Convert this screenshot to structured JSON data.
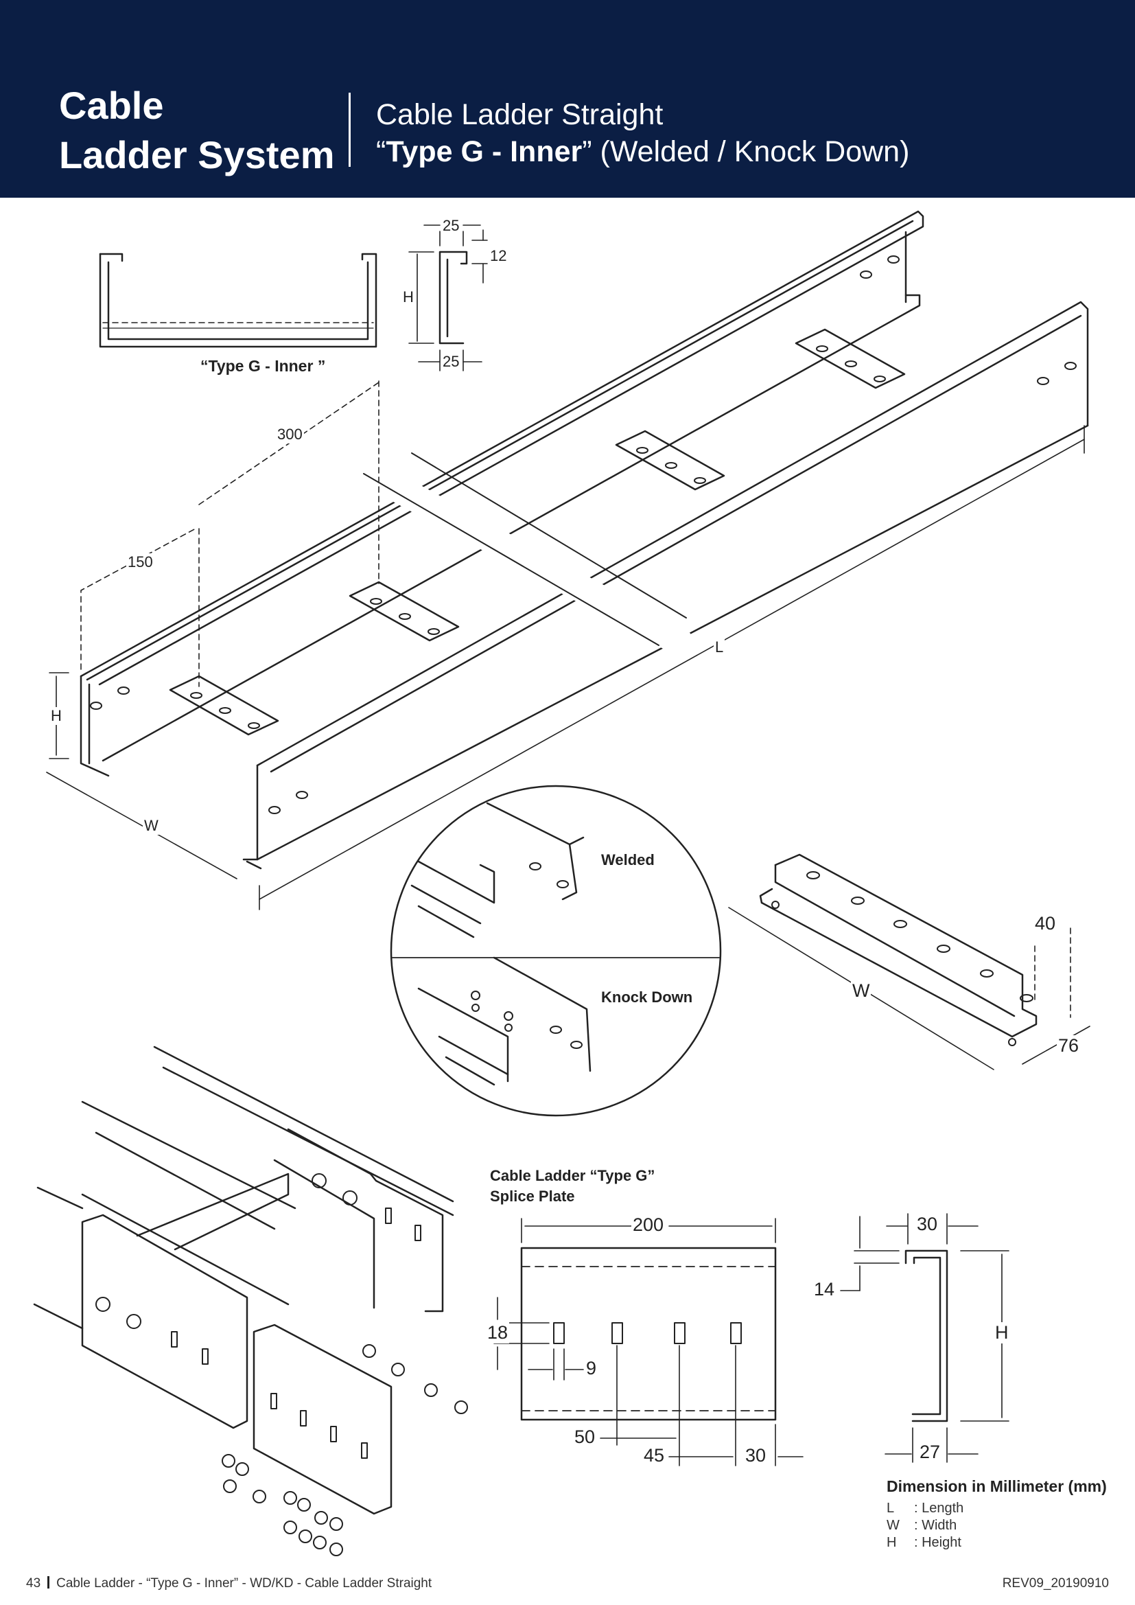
{
  "header": {
    "brand_line1": "Cable",
    "brand_line2": "Ladder System",
    "title_line1": "Cable Ladder Straight",
    "title_type_open": "“",
    "title_type": "Type G - Inner",
    "title_type_close": "”",
    "title_variant": "(Welded / Knock Down)"
  },
  "section_drawing": {
    "label": "“Type G - Inner ”",
    "dims": {
      "top_flange": "25",
      "lip": "12",
      "height": "H",
      "bottom_flange": "25"
    }
  },
  "main_drawing": {
    "dim_300": "300",
    "dim_150": "150",
    "dim_height": "H",
    "dim_width": "W",
    "dim_length": "L"
  },
  "detail_circle": {
    "welded_label": "Welded",
    "knock_down_label": "Knock Down"
  },
  "rung_drawing": {
    "dim_width": "W",
    "dim_40": "40",
    "dim_76": "76"
  },
  "splice_plate": {
    "title_line1": "Cable Ladder “Type G”",
    "title_line2": "Splice Plate",
    "dims": {
      "length": "200",
      "slot_height": "18",
      "slot_width": "9",
      "first_offset": "50",
      "pitch": "45",
      "end_offset": "30"
    }
  },
  "splice_section": {
    "dims": {
      "top": "30",
      "lip": "14",
      "height": "H",
      "bottom": "27"
    }
  },
  "legend": {
    "title": "Dimension in Millimeter (mm)",
    "items": [
      {
        "key": "L",
        "value": ": Length"
      },
      {
        "key": "W",
        "value": ": Width"
      },
      {
        "key": "H",
        "value": ": Height"
      }
    ]
  },
  "footer": {
    "page_number": "43",
    "text": "Cable Ladder - “Type G - Inner” - WD/KD - Cable Ladder Straight",
    "revision": "REV09_20190910"
  }
}
